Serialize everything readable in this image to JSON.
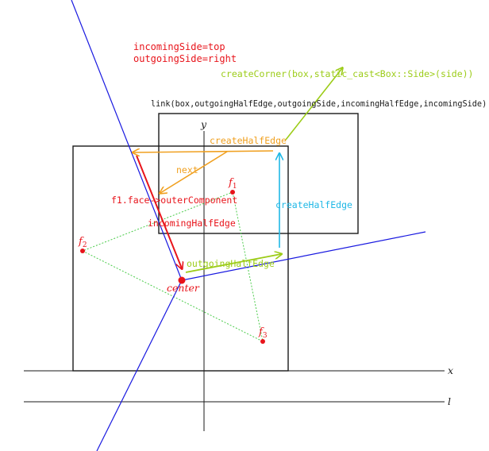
{
  "annotations": {
    "incoming_side": "incomingSide=top",
    "outgoing_side": "outgoingSide=right",
    "create_corner": "createCorner(box,static_cast<Box::Side>(side))",
    "link_call": "link(box,outgoingHalfEdge,outgoingSide,incomingHalfEdge,incomingSide)",
    "create_half_edge_top": "createHalfEdge",
    "create_half_edge_right": "createHalfEdge",
    "next": "next",
    "face_outer_component": "f1.face->outerComponent",
    "incoming_half_edge": "incomingHalfEdge",
    "outgoing_half_edge": "outgoingHalfEdge"
  },
  "points": {
    "f1": {
      "base": "f",
      "sub": "1"
    },
    "f2": {
      "base": "f",
      "sub": "2"
    },
    "f3": {
      "base": "f",
      "sub": "3"
    },
    "center": "center"
  },
  "axes": {
    "y": "y",
    "x": "x",
    "l": "l"
  },
  "colors": {
    "red": "#e8141b",
    "orange": "#f0a020",
    "lime": "#9ccc18",
    "cyan": "#20b8e6",
    "blue": "#1818e0",
    "green_dotted": "#4ccc4c",
    "black": "#1a1a1a"
  }
}
